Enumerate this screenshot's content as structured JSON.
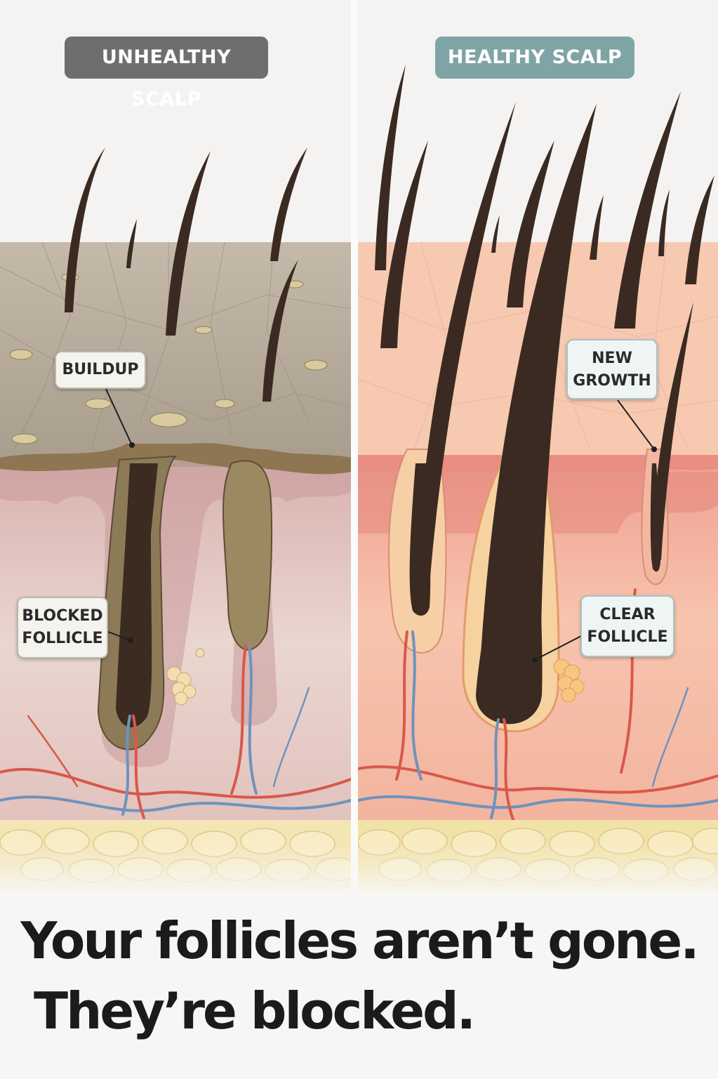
{
  "labels": {
    "left_title": "UNHEALTHY SCALP",
    "right_title": "HEALTHY SCALP",
    "buildup": "BUILDUP",
    "blocked_follicle": "BLOCKED\nFOLLICLE",
    "new_growth": "NEW\nGROWTH",
    "clear_follicle": "CLEAR\nFOLLICLE"
  },
  "headline": {
    "line1": "Your follicles aren’t gone.",
    "line2": "They’re blocked."
  },
  "colors": {
    "unhealthy_badge": "#6e6e6e",
    "healthy_badge": "#7ea4a6",
    "unhealthy_surface": "#b5ab9d",
    "healthy_surface": "#f6c8ae",
    "dermis_unhealthy": "#e6c6c4",
    "dermis_healthy": "#f3b7a1",
    "hair": "#3a2a22",
    "fat": "#f2e2a6",
    "artery": "#d9584a",
    "vein": "#6e93bd"
  }
}
